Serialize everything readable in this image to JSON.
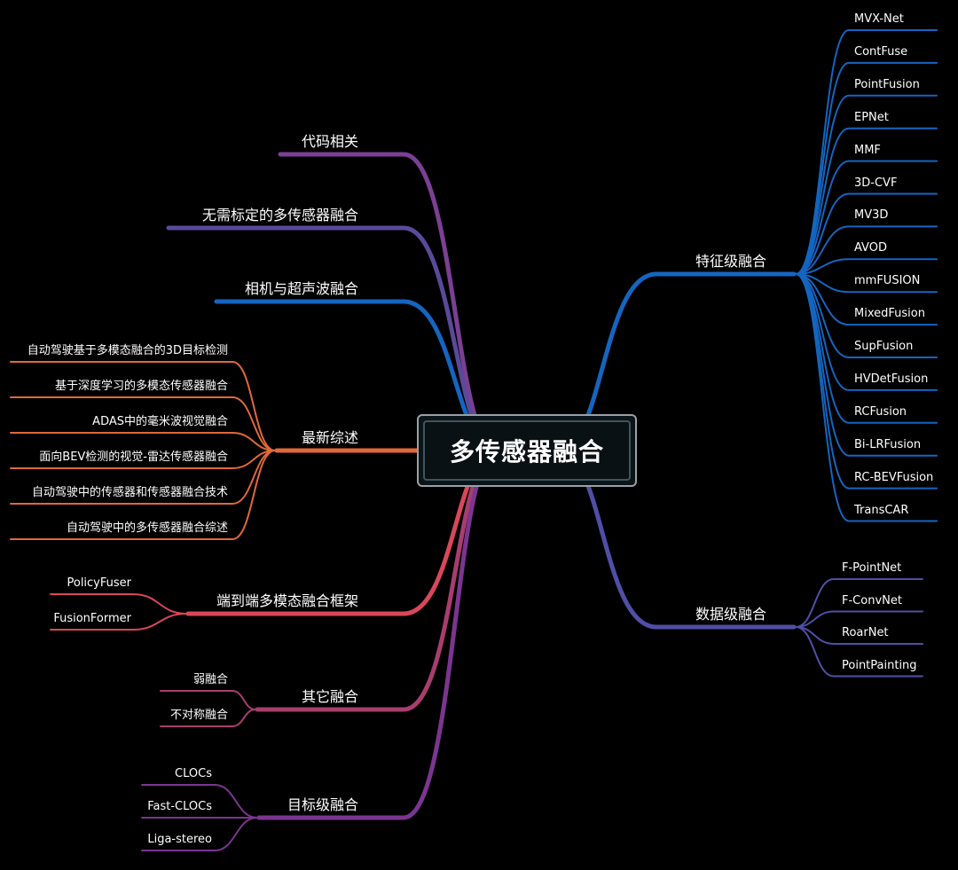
{
  "root": {
    "label": "多传感器融合",
    "color": "#cfd8dc"
  },
  "branches": [
    {
      "id": "code",
      "label": "代码相关",
      "side": "left",
      "color": "#7b3f94",
      "children": []
    },
    {
      "id": "calibfree",
      "label": "无需标定的多传感器融合",
      "side": "left",
      "color": "#5a4a9a",
      "children": []
    },
    {
      "id": "ultrasonic",
      "label": "相机与超声波融合",
      "side": "left",
      "color": "#1565c0",
      "children": []
    },
    {
      "id": "review",
      "label": "最新综述",
      "side": "left",
      "color": "#e0693a",
      "children": [
        "自动驾驶基于多模态融合的3D目标检测",
        "基于深度学习的多模态传感器融合",
        "ADAS中的毫米波视觉融合",
        "面向BEV检测的视觉-雷达传感器融合",
        "自动驾驶中的传感器和传感器融合技术",
        "自动驾驶中的多传感器融合综述"
      ]
    },
    {
      "id": "e2e",
      "label": "端到端多模态融合框架",
      "side": "left",
      "color": "#d9475a",
      "children": [
        "PolicyFuser",
        "FusionFormer"
      ]
    },
    {
      "id": "other",
      "label": "其它融合",
      "side": "left",
      "color": "#a73e6e",
      "children": [
        "弱融合",
        "不对称融合"
      ]
    },
    {
      "id": "object",
      "label": "目标级融合",
      "side": "left",
      "color": "#7b3590",
      "children": [
        "CLOCs",
        "Fast-CLOCs",
        "Liga-stereo"
      ]
    },
    {
      "id": "feature",
      "label": "特征级融合",
      "side": "right",
      "color": "#1565c0",
      "children": [
        "MVX-Net",
        "ContFuse",
        "PointFusion",
        "EPNet",
        "MMF",
        "3D-CVF",
        "MV3D",
        "AVOD",
        "mmFUSION",
        "MixedFusion",
        "SupFusion",
        "HVDetFusion",
        "RCFusion",
        "Bi-LRFusion",
        "RC-BEVFusion",
        "TransCAR"
      ]
    },
    {
      "id": "data",
      "label": "数据级融合",
      "side": "right",
      "color": "#4f4fa8",
      "children": [
        "F-PointNet",
        "F-ConvNet",
        "RoarNet",
        "PointPainting"
      ]
    }
  ]
}
